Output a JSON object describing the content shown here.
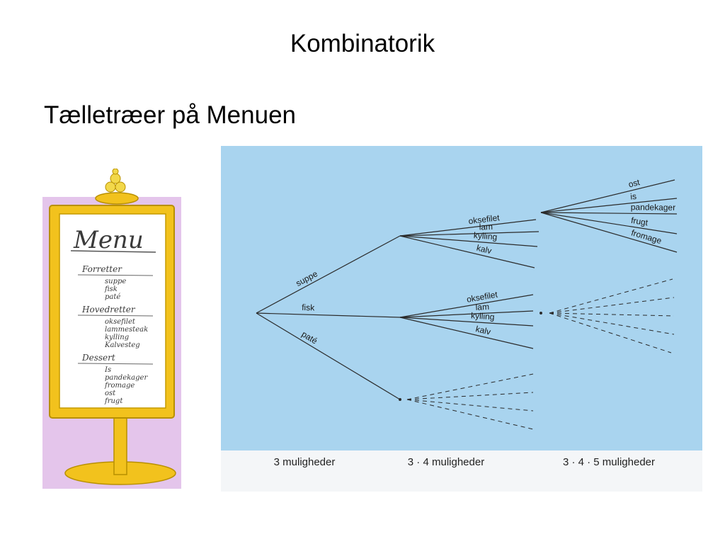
{
  "slide": {
    "title": "Kombinatorik",
    "subtitle": "Tælletræer på Menuen"
  },
  "menu_board": {
    "heading": "Menu",
    "sections": [
      {
        "name": "Forretter",
        "items": [
          "suppe",
          "fisk",
          "paté"
        ]
      },
      {
        "name": "Hovedretter",
        "items": [
          "oksefilet",
          "lammesteak",
          "kylling",
          "Kalvesteg"
        ]
      },
      {
        "name": "Dessert",
        "items": [
          "Is",
          "pandekager",
          "fromage",
          "ost",
          "frugt"
        ]
      }
    ]
  },
  "tree": {
    "starters": [
      "suppe",
      "fisk",
      "paté"
    ],
    "mains": [
      "oksefilet",
      "lam",
      "kylling",
      "kalv"
    ],
    "desserts": [
      "ost",
      "is",
      "pandekager",
      "frugt",
      "fromage"
    ],
    "captions": [
      "3 muligheder",
      "3 · 4 muligheder",
      "3 · 4 · 5 muligheder"
    ]
  },
  "colors": {
    "panel": "#a9d4ef",
    "panel_bottom": "#f4f6f8",
    "line": "#2b2b2b",
    "board_frame": "#f2c21d",
    "board_shadow": "#ddb6e6"
  }
}
